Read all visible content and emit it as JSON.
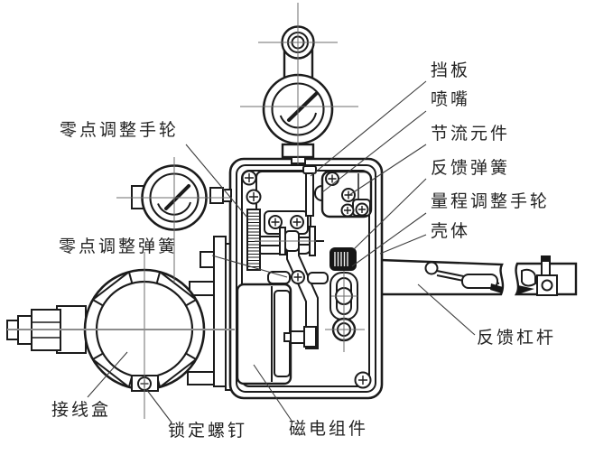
{
  "callouts": {
    "baffle": "挡板",
    "nozzle": "喷嘴",
    "throttle_element": "节流元件",
    "feedback_spring": "反馈弹簧",
    "span_adjust_handwheel": "量程调整手轮",
    "housing": "壳体",
    "feedback_lever": "反馈杠杆",
    "zero_adjust_handwheel": "零点调整手轮",
    "zero_adjust_spring": "零点调整弹簧",
    "junction_box": "接线盒",
    "lock_screw": "锁定螺钉",
    "magnet_assembly": "磁电组件"
  },
  "colors": {
    "line": "#1b1b1b",
    "centerline": "#6e6e6e",
    "main_axis": "#8c8c8c",
    "leader": "#3d3d3d",
    "dark_fill": "#161616",
    "background": "#ffffff"
  }
}
